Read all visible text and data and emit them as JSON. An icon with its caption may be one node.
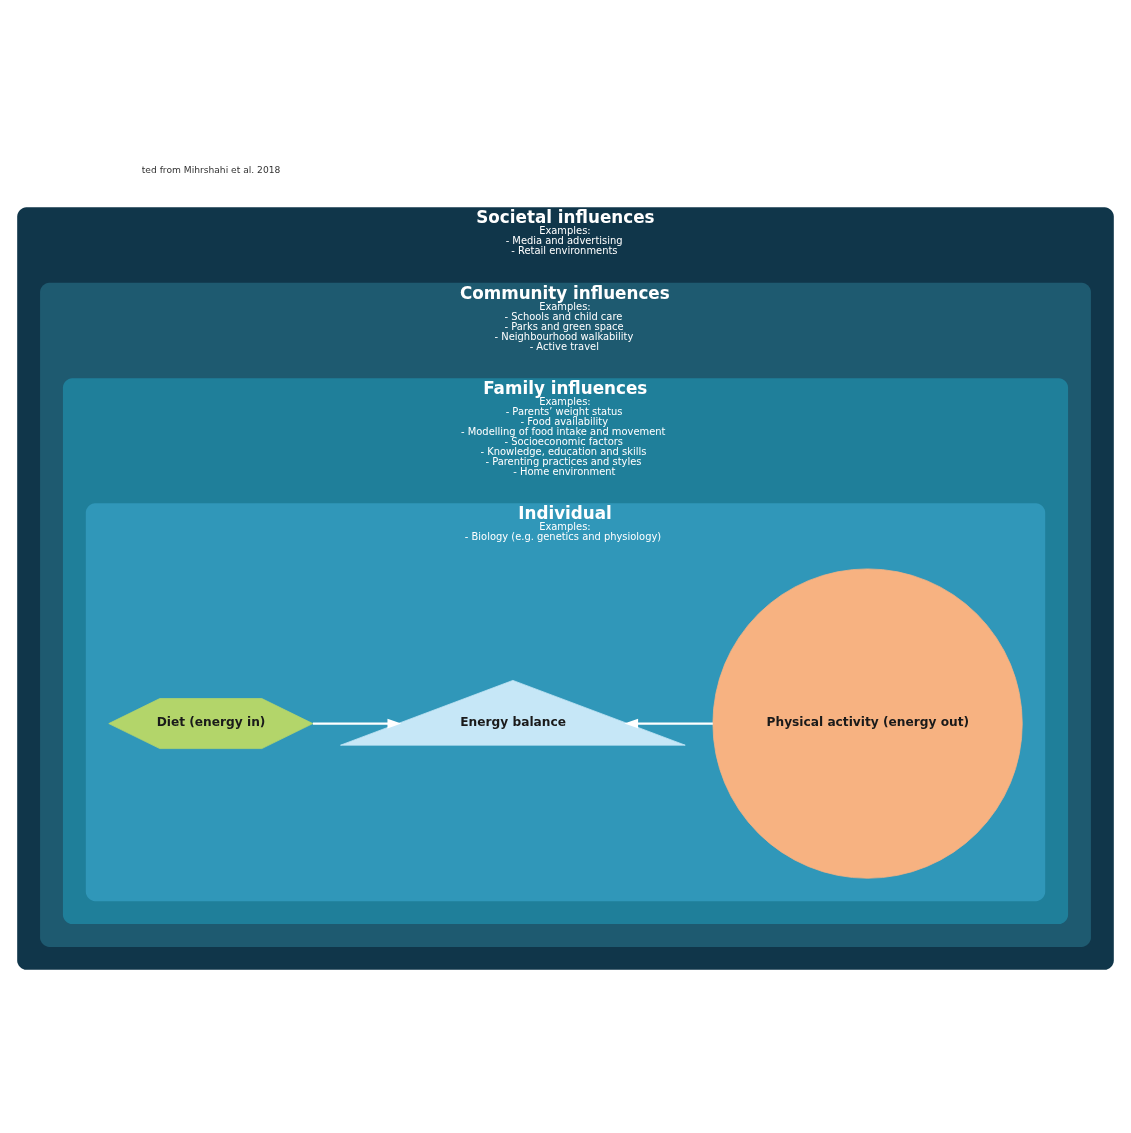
{
  "diagram": {
    "nodes": [
      {
        "text": [
          "Societal influences",
          "Examples:",
          "- Media and advertising",
          "- Retail environments"
        ]
      },
      {
        "text": [
          "Community influences",
          "Examples:",
          "- Schools and child care",
          "- Parks and green space",
          "- Neighbourhood walkability",
          "- Active travel"
        ],
        "in": 0
      },
      {
        "text": [
          "Family influences",
          "Examples:",
          "- Parents’ weight status",
          "- Food availability",
          "- Modelling of food intake and movement",
          "- Socioeconomic factors",
          "- Knowledge, education and skills",
          "- Parenting practices and styles",
          "- Home environment"
        ],
        "in": 1
      },
      {
        "text": [
          "Individual",
          "Examples:",
          "- Biology (e.g. genetics and physiology)"
        ],
        "in": 2
      },
      {
        "text": [
          "Energy balance"
        ],
        "in": 3
      },
      {
        "text": [
          "Diet (energy in)"
        ],
        "in": 3
      },
      {
        "text": [
          "Physical activity (energy out)"
        ],
        "in": 3
      }
    ],
    "edges": [
      {
        "from": 5,
        "to": 4,
        "arrow": "to",
        "color": "#ffffff"
      },
      {
        "from": 6,
        "to": 4,
        "arrow": "to",
        "color": "#ffffff"
      }
    ],
    "labels": [
      "ted from Mihrshahi et al. 2018"
    ]
  }
}
